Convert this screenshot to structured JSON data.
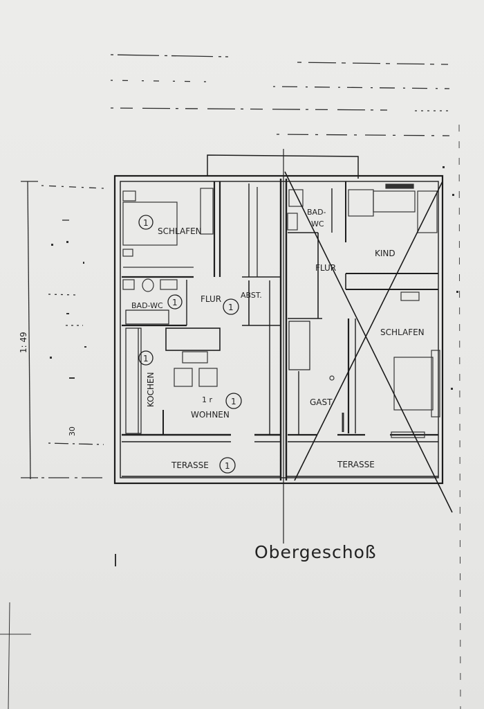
{
  "plan": {
    "title": "Obergeschoß",
    "dimension_label": "1: 49",
    "dimension_small": "30",
    "left_unit": {
      "schlafen": "SCHLAFEN",
      "bad_wc": "BAD-WC",
      "flur": "FLUR",
      "abst": "ABST.",
      "kochen": "KOCHEN",
      "wohnen": "WOHNEN",
      "wohnen_mark": "1 r",
      "terasse": "TERASSE",
      "marker": "1"
    },
    "right_unit": {
      "bad": "BAD-",
      "wc": "WC",
      "kind": "KIND",
      "flur": "FLUR",
      "schlafen": "SCHLAFEN",
      "gast": "GAST",
      "terasse": "TERASSE"
    }
  }
}
